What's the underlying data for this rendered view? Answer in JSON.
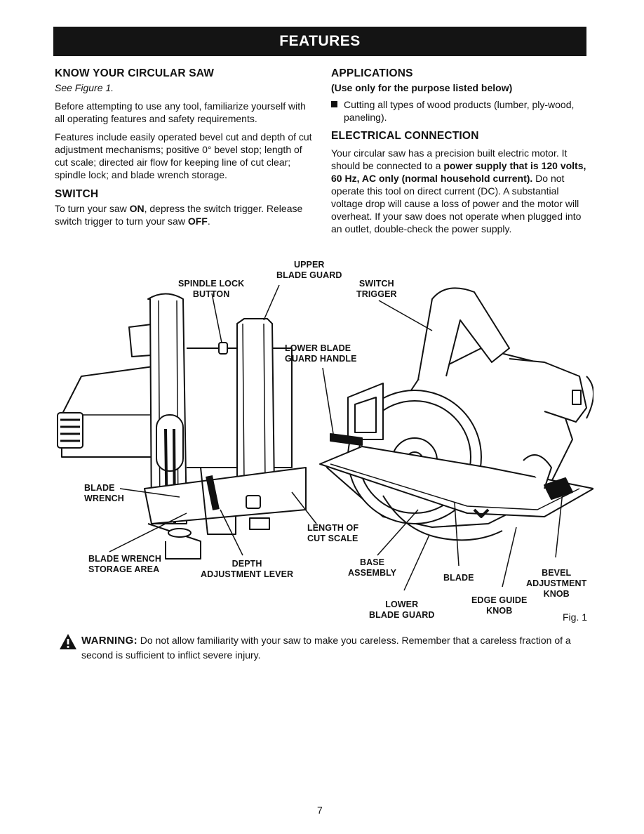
{
  "header": {
    "title": "FEATURES"
  },
  "left": {
    "know": {
      "heading": "KNOW YOUR CIRCULAR SAW",
      "see": "See Figure 1.",
      "p1": "Before attempting to use any tool, familiarize yourself with all operating features and safety requirements.",
      "p2": "Features include easily operated bevel cut and depth of cut adjustment mechanisms; positive 0° bevel stop; length of cut scale; directed air flow for keeping line of cut clear; spindle lock; and blade wrench storage."
    },
    "switch": {
      "heading": "SWITCH",
      "t1": "To turn your saw ",
      "on": "ON",
      "t2": ", depress the switch trigger. Release switch trigger to turn your saw ",
      "off": "OFF",
      "t3": "."
    }
  },
  "right": {
    "applications": {
      "heading": "APPLICATIONS",
      "subhead": "(Use only for the purpose listed below)",
      "bullet": "Cutting all types of wood products (lumber, ply-wood, paneling)."
    },
    "electrical": {
      "heading": "ELECTRICAL CONNECTION",
      "t1": "Your circular saw has a precision built electric motor. It should be connected to a ",
      "bold": "power supply that is 120 volts, 60 Hz, AC only (normal household current).",
      "t2": " Do not operate this tool on direct current (DC). A substantial voltage drop will cause a loss of power and the motor will overheat. If your saw does not operate when plugged into an outlet, double-check the power supply."
    }
  },
  "figure": {
    "labels": {
      "upper_blade_guard": "UPPER\nBLADE GUARD",
      "spindle_lock": "SPINDLE LOCK\nBUTTON",
      "switch_trigger": "SWITCH\nTRIGGER",
      "lower_blade_guard_handle": "LOWER BLADE\nGUARD HANDLE",
      "blade_wrench": "BLADE\nWRENCH",
      "length_of_cut": "LENGTH OF\nCUT SCALE",
      "blade_wrench_storage": "BLADE WRENCH\nSTORAGE AREA",
      "depth_adjustment": "DEPTH\nADJUSTMENT LEVER",
      "base_assembly": "BASE\nASSEMBLY",
      "blade": "BLADE",
      "bevel_adjustment": "BEVEL\nADJUSTMENT\nKNOB",
      "edge_guide": "EDGE GUIDE\nKNOB",
      "lower_blade_guard": "LOWER\nBLADE GUARD"
    },
    "caption": "Fig. 1"
  },
  "warning": {
    "label": "WARNING:",
    "text": " Do not allow familiarity with your saw to make you careless. Remember that a careless fraction of a second is sufficient to inflict severe injury."
  },
  "page_number": "7"
}
